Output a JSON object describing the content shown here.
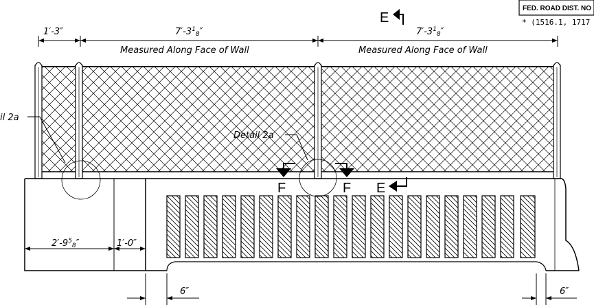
{
  "dimensions": {
    "post_offset": "1′-3″",
    "panel_span_1": "7′-3",
    "panel_span_1_frac": "1",
    "panel_span_1_den": "8",
    "panel_span_1_end": "″",
    "panel_span_2": "7′-3",
    "panel_span_2_frac": "1",
    "panel_span_2_den": "8",
    "panel_span_2_end": "″",
    "panel_note_1": "Measured Along Face of Wall",
    "panel_note_2": "Measured Along Face of Wall",
    "pier_width": "2′-9",
    "pier_width_frac": "5",
    "pier_width_den": "8",
    "pier_width_end": "″",
    "gap_width": "1′-0″",
    "offset_left": "6″",
    "offset_right": "6″"
  },
  "details": {
    "detail_left": "il 2a",
    "detail_mid": "Detail 2a"
  },
  "section_marks": {
    "top": "E",
    "left_f": "F",
    "right_f": "F",
    "e_mark": "E"
  },
  "title_block": {
    "header": "FED. ROAD DIST. NO",
    "reference": "* (1516.1, 1717"
  },
  "colors": {
    "line": "#000000",
    "background": "#ffffff"
  }
}
